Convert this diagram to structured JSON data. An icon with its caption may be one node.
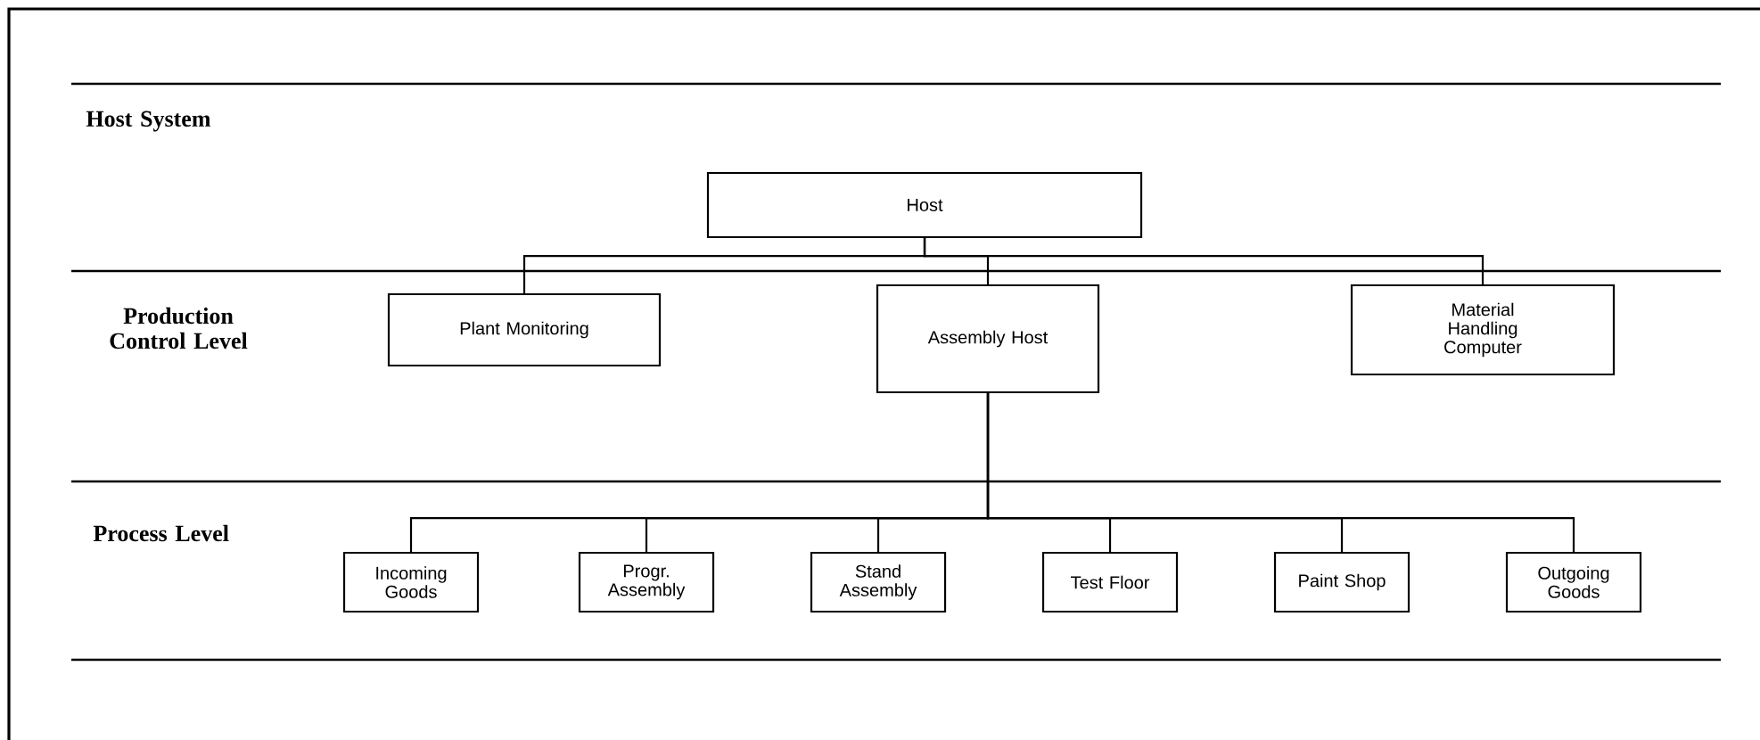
{
  "diagram": {
    "nodes": [
      {
        "text": [
          "Host"
        ]
      },
      {
        "text": [
          "Plant Monitoring"
        ]
      },
      {
        "text": [
          "Assembly Host"
        ]
      },
      {
        "text": [
          "Material Handling Computer"
        ]
      },
      {
        "text": [
          "Incoming Goods"
        ]
      },
      {
        "text": [
          "Progr. Assembly"
        ]
      },
      {
        "text": [
          "Stand Assembly"
        ]
      },
      {
        "text": [
          "Test Floor"
        ]
      },
      {
        "text": [
          "Paint Shop"
        ]
      },
      {
        "text": [
          "Outgoing Goods"
        ]
      }
    ],
    "edges": [
      {
        "from": 0,
        "to": 1,
        "arrow": "none"
      },
      {
        "from": 0,
        "to": 2,
        "arrow": "none"
      },
      {
        "from": 0,
        "to": 3,
        "arrow": "none"
      },
      {
        "from": 2,
        "to": 4,
        "arrow": "none"
      },
      {
        "from": 2,
        "to": 5,
        "arrow": "none"
      },
      {
        "from": 2,
        "to": 6,
        "arrow": "none"
      },
      {
        "from": 2,
        "to": 7,
        "arrow": "none"
      },
      {
        "from": 2,
        "to": 8,
        "arrow": "none"
      },
      {
        "from": 2,
        "to": 9,
        "arrow": "none"
      }
    ],
    "labels": [
      "Host System",
      "Production Control Level",
      "Process Level"
    ]
  }
}
